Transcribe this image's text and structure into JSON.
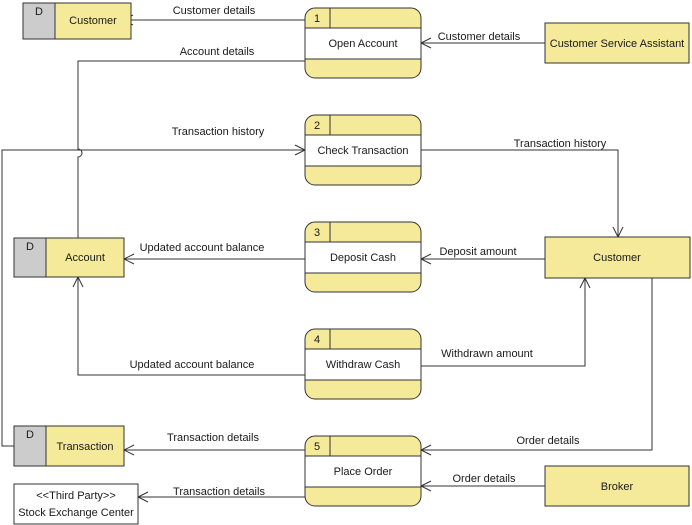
{
  "processes": [
    {
      "number": "1",
      "name": "Open Account"
    },
    {
      "number": "2",
      "name": "Check Transaction"
    },
    {
      "number": "3",
      "name": "Deposit Cash"
    },
    {
      "number": "4",
      "name": "Withdraw Cash"
    },
    {
      "number": "5",
      "name": "Place Order"
    }
  ],
  "data_stores": [
    {
      "id": "D",
      "name": "Customer"
    },
    {
      "id": "D",
      "name": "Account"
    },
    {
      "id": "D",
      "name": "Transaction"
    }
  ],
  "external_entities": [
    {
      "name": "Customer Service Assistant"
    },
    {
      "name": "Customer"
    },
    {
      "name": "Broker"
    },
    {
      "stereotype": "<<Third Party>>",
      "name": "Stock Exchange Center"
    }
  ],
  "flows": [
    {
      "label": "Customer details"
    },
    {
      "label": "Customer details"
    },
    {
      "label": "Account details"
    },
    {
      "label": "Transaction history"
    },
    {
      "label": "Transaction history"
    },
    {
      "label": "Updated account balance"
    },
    {
      "label": "Deposit amount"
    },
    {
      "label": "Updated account balance"
    },
    {
      "label": "Withdrawn amount"
    },
    {
      "label": "Transaction details"
    },
    {
      "label": "Order details"
    },
    {
      "label": "Order details"
    },
    {
      "label": "Transaction details"
    }
  ],
  "colors": {
    "fill": "#f5e99a",
    "store_id_fill": "#cccccc",
    "line": "#333333"
  }
}
